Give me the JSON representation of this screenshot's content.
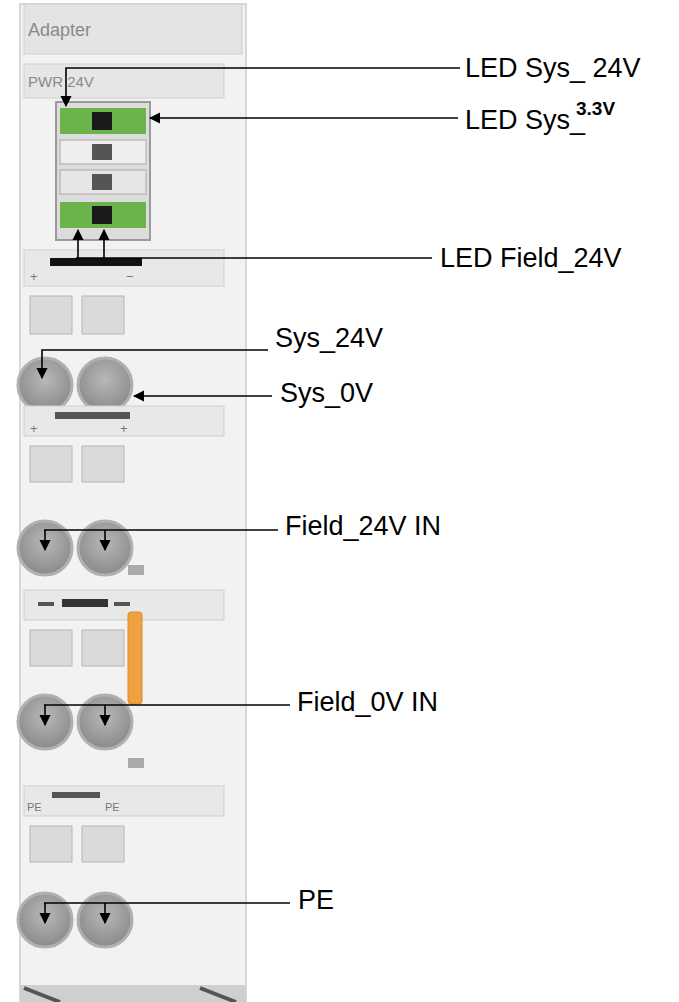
{
  "diagram": {
    "labels": [
      "Adapter",
      "PWR 24V",
      "+",
      "−",
      "+",
      "+",
      "PE",
      "PE",
      "LED Sys_ 24V",
      "LED Sys_",
      "3.3V",
      "LED Field_24V",
      "Sys_24V",
      "Sys_0V",
      "Field_24V IN",
      "Field_0V IN",
      "PE"
    ]
  }
}
